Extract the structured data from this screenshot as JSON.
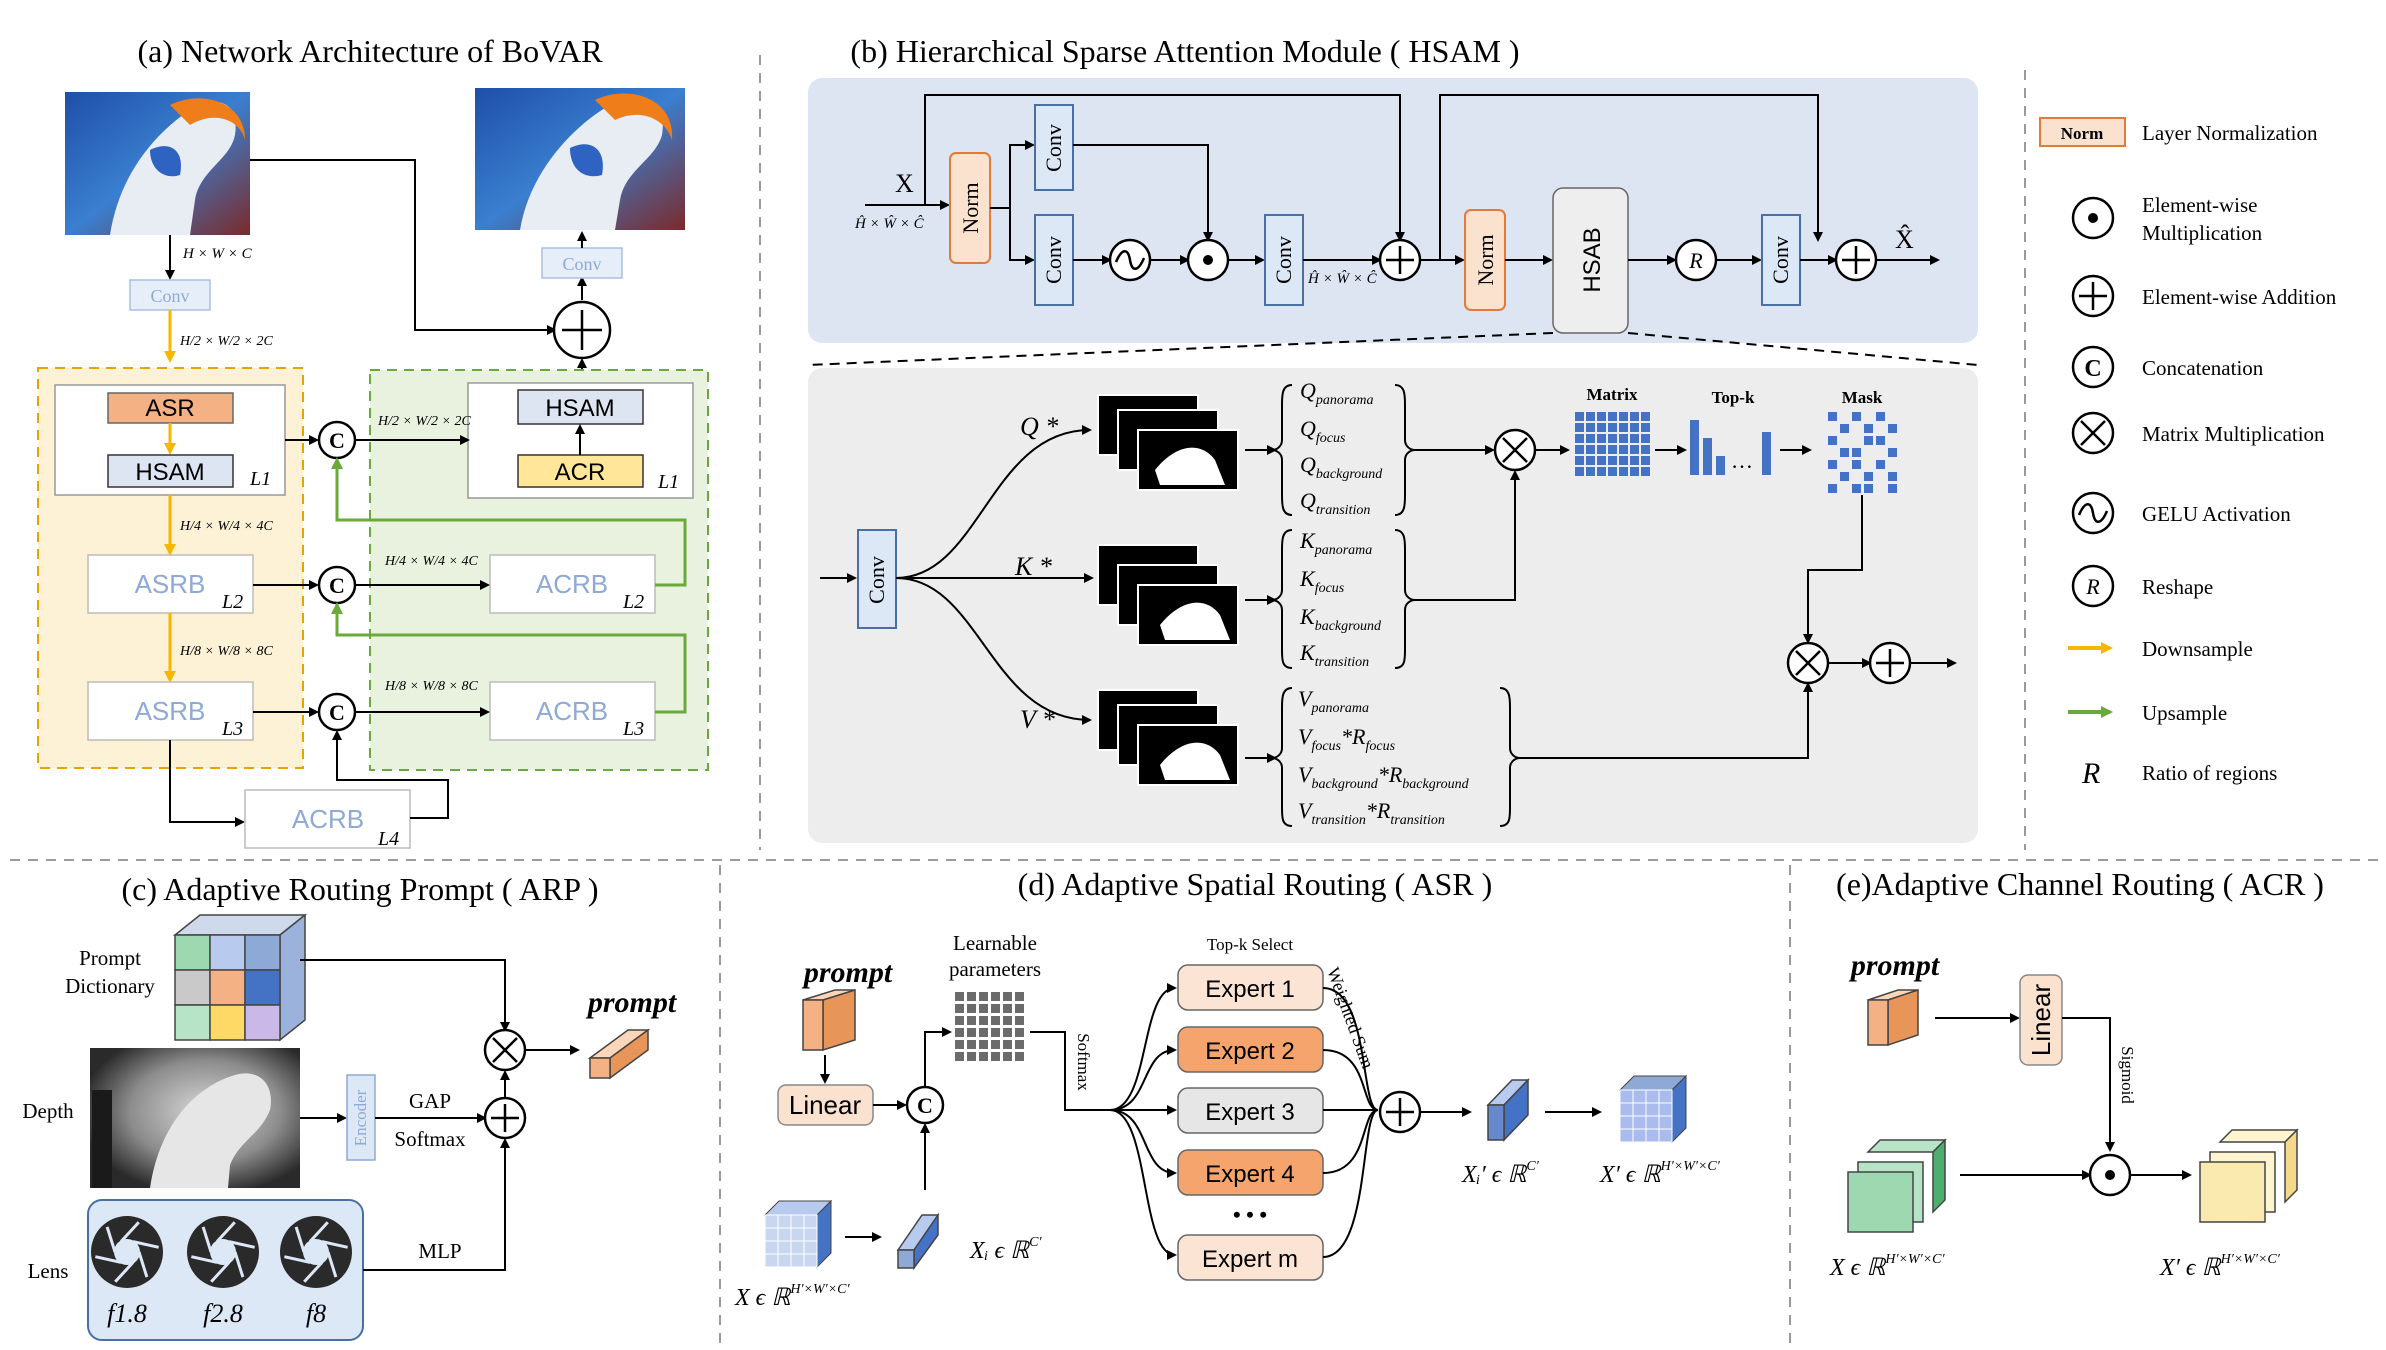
{
  "panel_a": {
    "title": "(a) Network Architecture of BoVAR",
    "dim_input": "H × W × C",
    "conv_in": "Conv",
    "conv_out": "Conv",
    "dim_l1": "H/2 × W/2 × 2C",
    "dim_l2": "H/4 × W/4 × 4C",
    "dim_l3": "H/8 × W/8 × 8C",
    "asr": "ASR",
    "hsam_enc": "HSAM",
    "hsam_dec": "HSAM",
    "acr": "ACR",
    "asrb2": "ASRB",
    "asrb3": "ASRB",
    "acrb2": "ACRB",
    "acrb3": "ACRB",
    "acrb4": "ACRB",
    "lvl1": "L1",
    "lvl2": "L2",
    "lvl3": "L3",
    "lvl4": "L4",
    "concat": "C"
  },
  "panel_b": {
    "title": "(b) Hierarchical Sparse Attention Module ( HSAM )",
    "x_in": "X",
    "x_out": "X̂",
    "dim_in": "Ĥ × Ŵ × Ĉ",
    "norm": "Norm",
    "conv": "Conv",
    "hsab": "HSAB",
    "reshape": "R",
    "q_label": "Q *",
    "k_label": "K *",
    "v_label": "V *",
    "q_items": [
      "panorama",
      "focus",
      "background",
      "transition"
    ],
    "k_items": [
      "panorama",
      "focus",
      "background",
      "transition"
    ],
    "v_items": [
      "panorama",
      "focus",
      "background",
      "transition"
    ],
    "v_r_items": [
      "focus",
      "background",
      "transition"
    ],
    "matrix": "Matrix",
    "topk": "Top-k",
    "mask": "Mask",
    "ellipsis": "…"
  },
  "legend": {
    "norm_tag": "Norm",
    "items": [
      {
        "label": "Layer  Normalization"
      },
      {
        "label": "Element-wise\nMultiplication"
      },
      {
        "label": "Element-wise Addition"
      },
      {
        "label": "Concatenation"
      },
      {
        "label": "Matrix Multiplication"
      },
      {
        "label": "GELU Activation"
      },
      {
        "label": "Reshape"
      },
      {
        "label": "Downsample"
      },
      {
        "label": "Upsample"
      },
      {
        "label": "Ratio of regions"
      }
    ],
    "r_symbol": "R",
    "c_symbol": "C"
  },
  "panel_c": {
    "title": "(c) Adaptive Routing Prompt ( ARP )",
    "prompt_dict": "Prompt\nDictionary",
    "depth": "Depth",
    "lens": "Lens",
    "encoder": "Encoder",
    "gap": "GAP",
    "softmax": "Softmax",
    "mlp": "MLP",
    "prompt": "prompt",
    "f_values": [
      "f1.8",
      "f2.8",
      "f8"
    ]
  },
  "panel_d": {
    "title": "(d) Adaptive Spatial Routing ( ASR )",
    "prompt": "prompt",
    "linear": "Linear",
    "learnable": "Learnable\nparameters",
    "softmax": "Softmax",
    "topk_select": "Top-k Select",
    "weighted_sum": "Weighted Sum",
    "experts": [
      "Expert 1",
      "Expert 2",
      "Expert 3",
      "Expert 4",
      "Expert m"
    ],
    "dots": "• • •",
    "x_label": "X ϵ ℝ",
    "x_sup": "H′×W′×C′",
    "xi_label": "Xᵢ ϵ ℝ",
    "xi_sup": "C′",
    "xip_label": "Xᵢ′ ϵ ℝ",
    "xip_sup": "C′",
    "xp_label": "X′ ϵ ℝ",
    "xp_sup": "H′×W′×C′",
    "concat": "C"
  },
  "panel_e": {
    "title": "(e)Adaptive Channel Routing ( ACR )",
    "prompt": "prompt",
    "linear": "Linear",
    "sigmoid": "Sigmoid",
    "x_label": "X ϵ ℝ",
    "x_sup": "H′×W′×C′",
    "xp_label": "X′ ϵ ℝ",
    "xp_sup": "H′×W′×C′"
  },
  "colors": {
    "yellow_arrow": "#f5b700",
    "green_arrow": "#6aaa3a",
    "blue_panel": "#dde5f3",
    "gray_panel": "#ededed",
    "norm_fill": "#fbe2cf",
    "norm_stroke": "#e07b39",
    "conv_fill": "#dde8f6",
    "conv_stroke": "#4a6fa5",
    "grid_blue": "#4472c4",
    "expert_light": "#fce4d4",
    "expert_dark": "#f4a46c",
    "expert_gray": "#e6e6e6"
  }
}
